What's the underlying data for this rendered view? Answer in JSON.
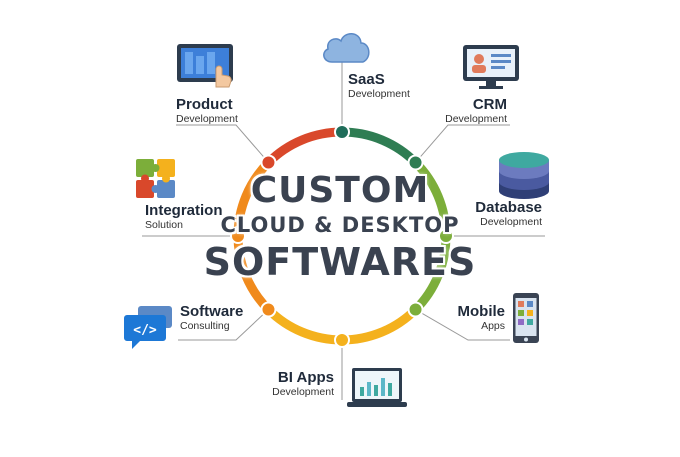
{
  "title": {
    "line1": "CUSTOM",
    "line2": "CLOUD & DESKTOP",
    "line3": "SOFTWARES"
  },
  "nodes": [
    {
      "key": "saas",
      "title": "SaaS",
      "subtitle": "Development",
      "icon": "cloud-icon"
    },
    {
      "key": "crm",
      "title": "CRM",
      "subtitle": "Development",
      "icon": "monitor-profile-icon"
    },
    {
      "key": "database",
      "title": "Database",
      "subtitle": "Development",
      "icon": "database-stack-icon"
    },
    {
      "key": "mobile",
      "title": "Mobile",
      "subtitle": "Apps",
      "icon": "smartphone-icon"
    },
    {
      "key": "bi",
      "title": "BI Apps",
      "subtitle": "Development",
      "icon": "laptop-chart-icon"
    },
    {
      "key": "software",
      "title": "Software",
      "subtitle": "Consulting",
      "icon": "code-chat-icon"
    },
    {
      "key": "integration",
      "title": "Integration",
      "subtitle": "Solution",
      "icon": "puzzle-icon"
    },
    {
      "key": "product",
      "title": "Product",
      "subtitle": "Development",
      "icon": "tablet-touch-icon"
    }
  ],
  "colors": {
    "ring_red": "#d9482b",
    "ring_orange": "#f08a1c",
    "ring_yellow": "#f4b11d",
    "ring_green": "#7cae3a",
    "ring_dark_green": "#2f7d53",
    "dot_teal": "#1f6d5a",
    "connector": "#9a9a9a"
  }
}
